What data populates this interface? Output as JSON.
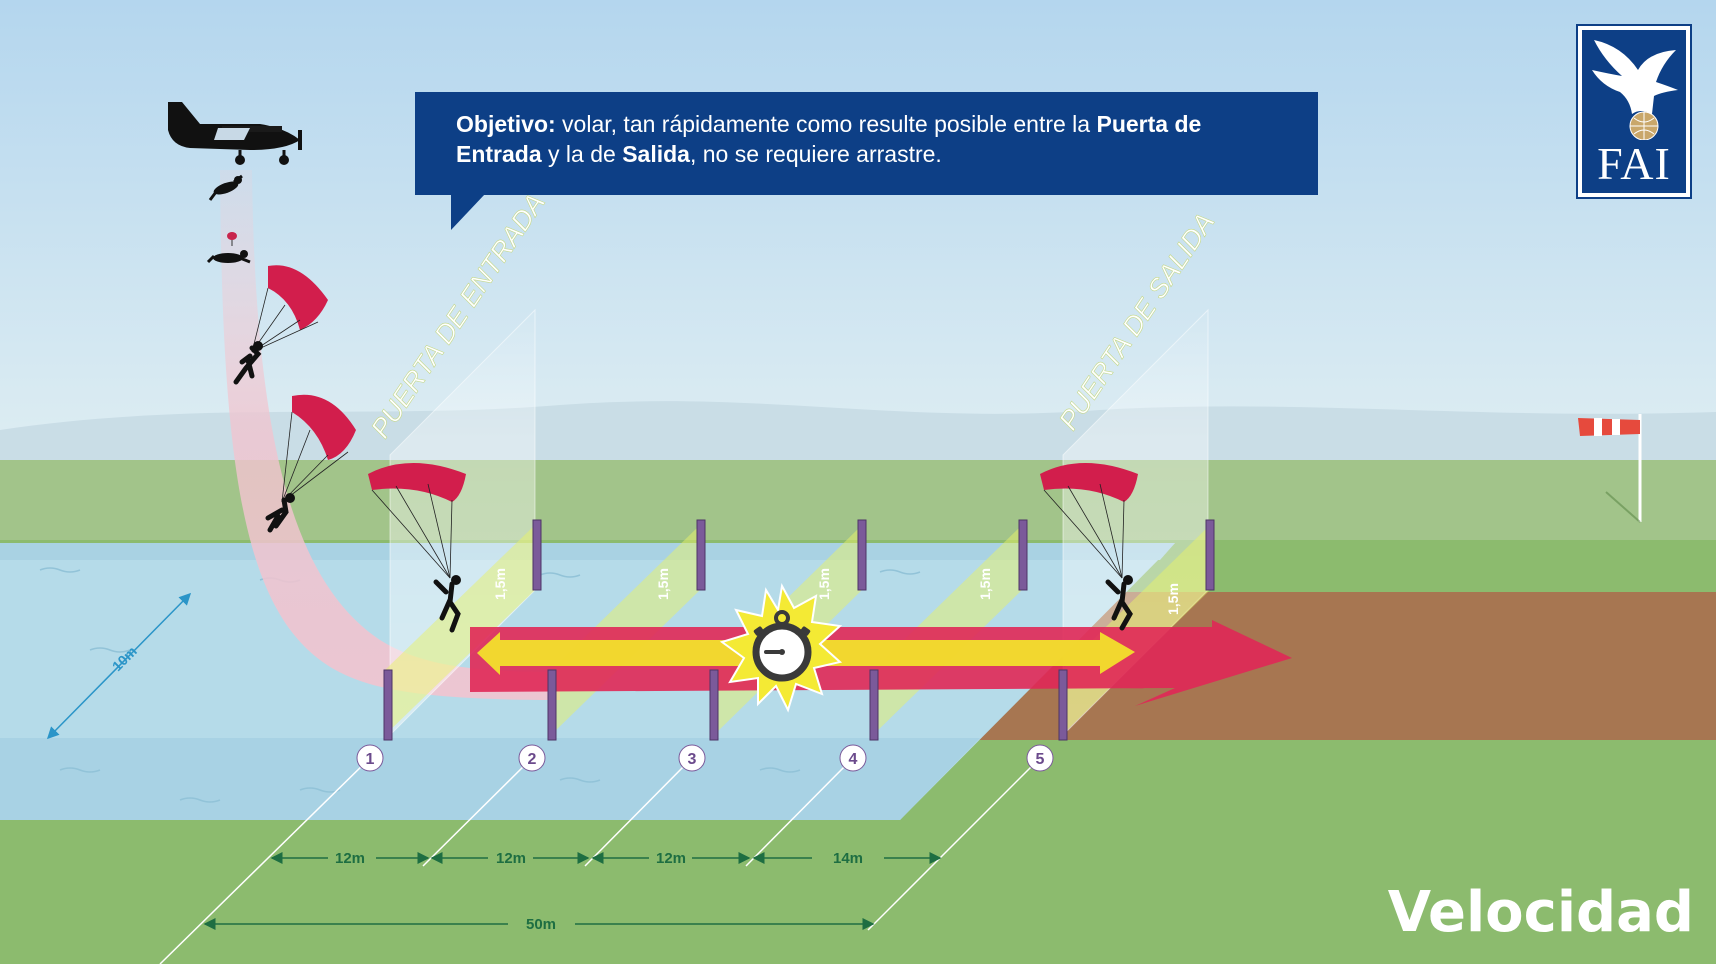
{
  "callout": {
    "bold_1": "Objetivo:",
    "text_1": " volar, tan rápidamente como resulte posible entre la ",
    "bold_2": "Puerta de Entrada",
    "text_2": " y la de ",
    "bold_3": "Salida",
    "text_3": ", no se requiere arrastre."
  },
  "gates": {
    "entry_label": "PUERTA DE ENTRADA",
    "exit_label": "PUERTA DE SALIDA",
    "height_label": "1,5m"
  },
  "markers": [
    "1",
    "2",
    "3",
    "4",
    "5"
  ],
  "dimensions": {
    "width": "10m",
    "segments": [
      "12m",
      "12m",
      "12m",
      "14m"
    ],
    "total": "50m"
  },
  "logo": {
    "text": "FAI"
  },
  "title": "Velocidad",
  "colors": {
    "sky": "#bcdcf0",
    "water": "#b5dbe9",
    "grass": "#8cbb6e",
    "dirt": "#a77651",
    "navy": "#0d3f86",
    "canopy": "#d21e4c",
    "arrow_red": "#e02857",
    "arrow_yellow": "#f3e52a",
    "post": "#7b5a9a"
  },
  "icons": [
    "plane-icon",
    "stopwatch-icon",
    "windsock-icon",
    "eagle-icon"
  ]
}
